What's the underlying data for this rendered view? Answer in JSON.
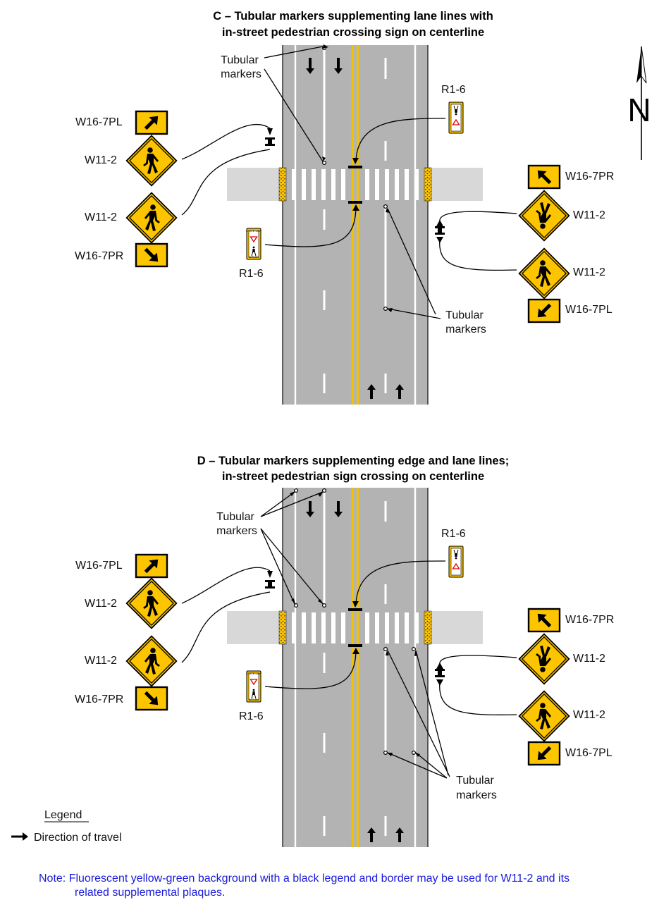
{
  "panel_c": {
    "title_line1": "C – Tubular markers supplementing lane lines with",
    "title_line2": "in-street pedestrian crossing sign on centerline",
    "tubular_label_top": [
      "Tubular",
      "markers"
    ],
    "tubular_label_bottom": [
      "Tubular",
      "markers"
    ],
    "left_signs": {
      "plaque_top": "W16-7PL",
      "sign_top": "W11-2",
      "sign_bottom": "W11-2",
      "plaque_bottom": "W16-7PR"
    },
    "right_signs": {
      "plaque_top": "W16-7PR",
      "sign_top": "W11-2",
      "sign_bottom": "W11-2",
      "plaque_bottom": "W16-7PL"
    },
    "r1_6_north": "R1-6",
    "r1_6_south": "R1-6"
  },
  "panel_d": {
    "title_line1": "D – Tubular markers supplementing edge and lane lines;",
    "title_line2": "in-street pedestrian sign crossing on centerline",
    "tubular_label_top": [
      "Tubular",
      "markers"
    ],
    "tubular_label_bottom": [
      "Tubular",
      "markers"
    ],
    "left_signs": {
      "plaque_top": "W16-7PL",
      "sign_top": "W11-2",
      "sign_bottom": "W11-2",
      "plaque_bottom": "W16-7PR"
    },
    "right_signs": {
      "plaque_top": "W16-7PR",
      "sign_top": "W11-2",
      "sign_bottom": "W11-2",
      "plaque_bottom": "W16-7PL"
    },
    "r1_6_north": "R1-6",
    "r1_6_south": "R1-6"
  },
  "north_arrow": {
    "letter": "N",
    "icon": "north-arrow-icon"
  },
  "legend": {
    "title": "Legend",
    "item": "Direction of travel",
    "icon": "right-arrow-icon"
  },
  "r1_6_sign_text": {
    "top": "STATE LAW",
    "bottom": "WITHIN"
  },
  "note": {
    "line1": "Note: Fluorescent yellow-green background with a black legend and border may be used for W11-2 and its",
    "line2": "related supplemental plaques."
  },
  "colors": {
    "road": "#b3b3b3",
    "sidewalk": "#d8d8d8",
    "centerline": "#f2c200",
    "sign_yellow": "#fdc400",
    "note_text": "#1a1adb"
  }
}
